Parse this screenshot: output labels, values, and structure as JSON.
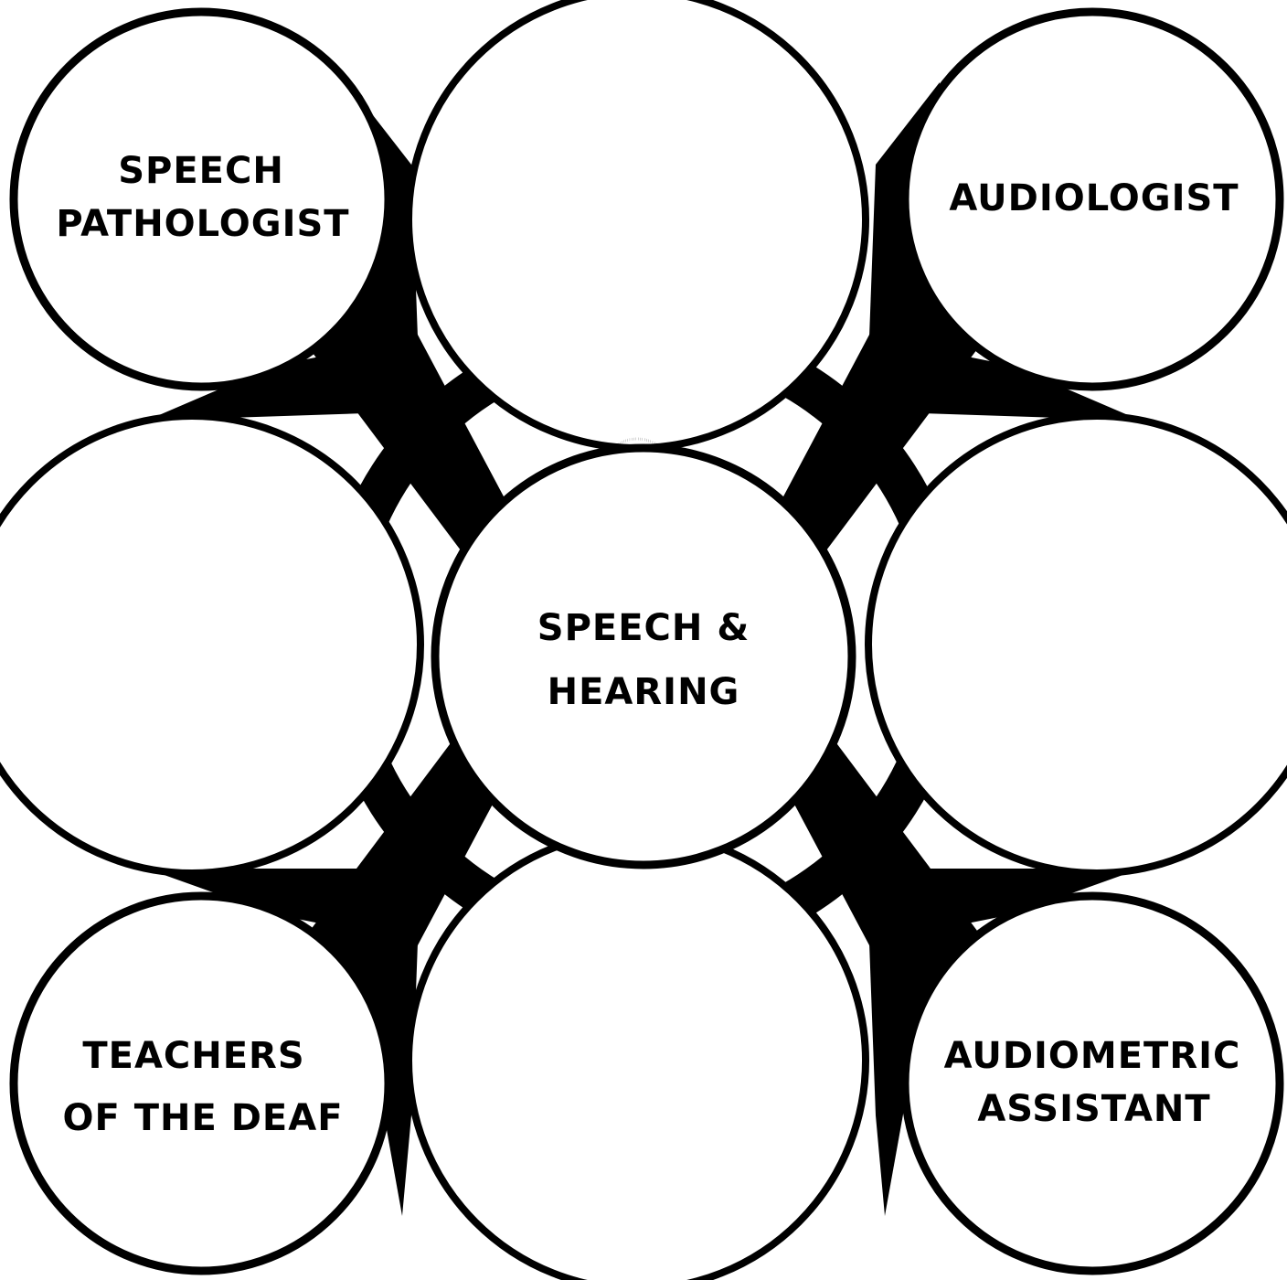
{
  "diagram": {
    "center": {
      "line1": "SPEECH &",
      "line2": "HEARING"
    },
    "nodes": {
      "top_left": {
        "line1": "SPEECH",
        "line2": "PATHOLOGIST"
      },
      "top_right": {
        "line1": "AUDIOLOGIST"
      },
      "bottom_left": {
        "line1": "TEACHERS",
        "line2": "OF THE DEAF"
      },
      "bottom_right": {
        "line1": "AUDIOMETRIC",
        "line2": "ASSISTANT"
      }
    },
    "colors": {
      "ink": "#000000",
      "paper": "#ffffff"
    }
  }
}
